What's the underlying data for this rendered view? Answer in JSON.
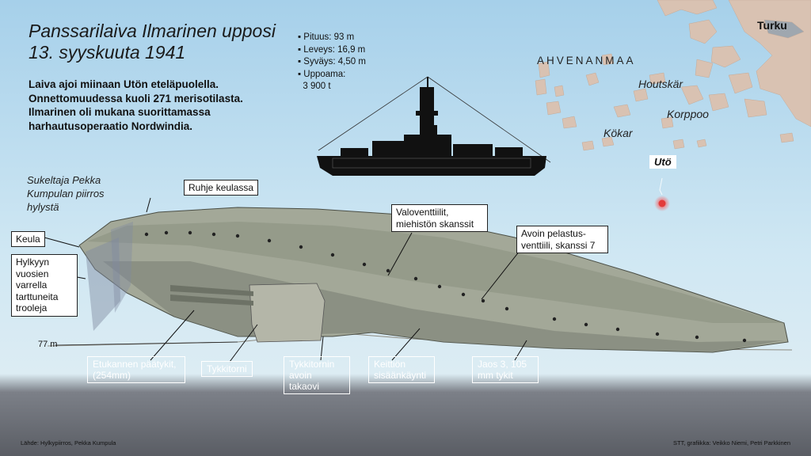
{
  "title": "Panssarilaiva Ilmarinen upposi 13. syyskuuta 1941",
  "intro": "Laiva ajoi miinaan Utön eteläpuolella. Onnettomuudessa kuoli 271 merisotilasta. Ilmarinen oli mukana suorittamassa harhautusoperaatio Nordwindia.",
  "specs": [
    {
      "label": "Pituus: 93 m"
    },
    {
      "label": "Leveys: 16,9 m"
    },
    {
      "label": "Syväys: 4,50 m"
    },
    {
      "label": "Uppoama:",
      "value": "3 900 t"
    }
  ],
  "map": {
    "region": "AHVENANMAA",
    "places": {
      "turku": "Turku",
      "houtskar": "Houtskär",
      "korppoo": "Korppoo",
      "kokar": "Kökar",
      "uto": "Utö"
    },
    "colors": {
      "land": "#d9c2b2",
      "marker": "#e23b3b"
    }
  },
  "diver_note": "Sukeltaja Pekka Kumpulan piirros hylystä",
  "depth_label": "77 m",
  "callouts": {
    "keula": "Keula",
    "ruhje": "Ruhje keulassa",
    "troolit": "Hylkyyn vuosien varrella tarttuneita trooleja",
    "valoventtiilit": "Valoventtiilit, miehistön skanssit",
    "pelastusventtiili": "Avoin pelastus-ventti​ili, skanssi 7",
    "paatykit": "Etukannen päätykit, (254mm)",
    "tykkitorni": "Tykkitorni",
    "takaovi": "Tykkitornin avoin takaovi",
    "keittio": "Keittiön sisäänkäynti",
    "jaos": "Jaos 3, 105 mm tykit"
  },
  "footer": {
    "source": "Lähde: Hylkypiirros, Pekka Kumpula",
    "credit": "STT, grafiikka: Veikko Niemi, Petri Parkkinen"
  },
  "colors": {
    "sea_top": "#9fcbe6",
    "sea_mid": "#bfe0f0",
    "seabed": "#5e6168",
    "hull": "#9da391"
  }
}
